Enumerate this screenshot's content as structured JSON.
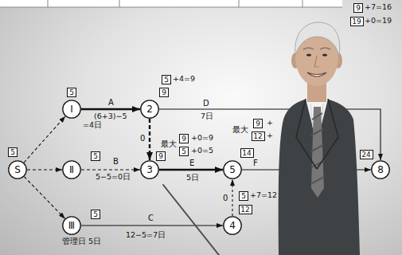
{
  "diagram": {
    "nodes": [
      {
        "text": [
          "9"
        ]
      },
      {
        "text": [
          "19"
        ]
      },
      {
        "text": [
          "5"
        ]
      },
      {
        "text": [
          "5"
        ]
      },
      {
        "text": [
          "9"
        ]
      },
      {
        "text": [
          "Ⅰ"
        ]
      },
      {
        "text": [
          "2"
        ]
      },
      {
        "text": [
          "9"
        ]
      },
      {
        "text": [
          "12"
        ]
      },
      {
        "text": [
          "9"
        ]
      },
      {
        "text": [
          "5"
        ]
      },
      {
        "text": [
          "5"
        ]
      },
      {
        "text": [
          "5"
        ]
      },
      {
        "text": [
          "9"
        ]
      },
      {
        "text": [
          "14"
        ]
      },
      {
        "text": [
          "24"
        ]
      },
      {
        "text": [
          "S"
        ]
      },
      {
        "text": [
          "Ⅱ"
        ]
      },
      {
        "text": [
          "3"
        ]
      },
      {
        "text": [
          "5"
        ]
      },
      {
        "text": [
          "8"
        ]
      },
      {
        "text": [
          "5"
        ]
      },
      {
        "text": [
          "12"
        ]
      },
      {
        "text": [
          "5"
        ]
      },
      {
        "text": [
          "Ⅲ"
        ]
      },
      {
        "text": [
          "4"
        ]
      }
    ],
    "edges": [
      {
        "from": 16,
        "to": 5,
        "arrow": "to"
      },
      {
        "from": 16,
        "to": 17,
        "arrow": "to"
      },
      {
        "from": 16,
        "to": 24,
        "arrow": "to"
      },
      {
        "from": 5,
        "to": 6,
        "label": "A",
        "arrow": "to"
      },
      {
        "from": 17,
        "to": 18,
        "label": "B",
        "arrow": "to"
      },
      {
        "from": 24,
        "to": 25,
        "label": "C",
        "arrow": "to"
      },
      {
        "from": 6,
        "to": 18,
        "label": "0",
        "arrow": "to"
      },
      {
        "from": 6,
        "to": 20,
        "label": "D",
        "arrow": "to"
      },
      {
        "from": 18,
        "to": 19,
        "label": "E",
        "arrow": "to"
      },
      {
        "from": 25,
        "to": 19,
        "label": "0",
        "arrow": "to"
      },
      {
        "from": 19,
        "to": 20,
        "label": "F",
        "arrow": "to"
      }
    ],
    "labels": [
      "(6+3)−5",
      "=4日",
      "5−5=0日",
      "管理日 5日",
      "12−5=7日",
      "+4=9",
      "7日",
      "最大",
      "+0=9",
      "+0=5",
      "5日",
      "最大",
      "+",
      "+",
      "+7=12",
      "+7=16",
      "+0=19"
    ]
  }
}
